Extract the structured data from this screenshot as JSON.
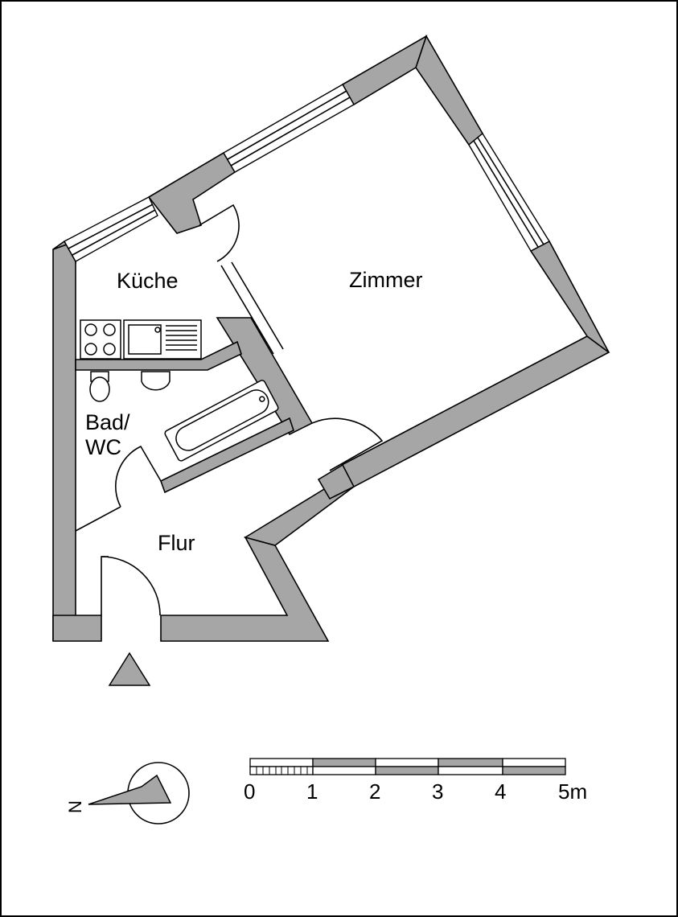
{
  "rooms": {
    "kueche": "Küche",
    "zimmer": "Zimmer",
    "bad_line1": "Bad/",
    "bad_line2": "WC",
    "flur": "Flur"
  },
  "scale_bar": {
    "ticks": [
      "0",
      "1",
      "2",
      "3",
      "4",
      "5m"
    ]
  },
  "compass": {
    "north_label": "N"
  },
  "colors": {
    "wall_fill": "#a6a6a6",
    "line": "#000000",
    "background": "#ffffff"
  }
}
